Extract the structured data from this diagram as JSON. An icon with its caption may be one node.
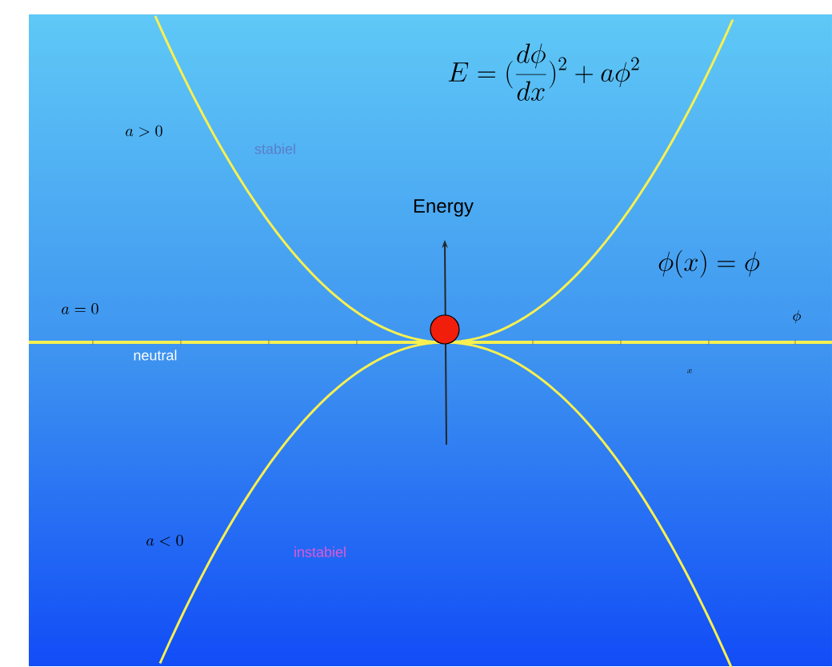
{
  "diagram": {
    "labels": [
      "E = (\\frac{d\\phi}{dx})^2 + a\\phi^2",
      "a > 0",
      "stabiel",
      "Energy",
      "\\phi(x) = \\phi",
      "a = 0",
      "\\phi",
      "neutral",
      "x",
      "a < 0",
      "instabiel"
    ]
  }
}
